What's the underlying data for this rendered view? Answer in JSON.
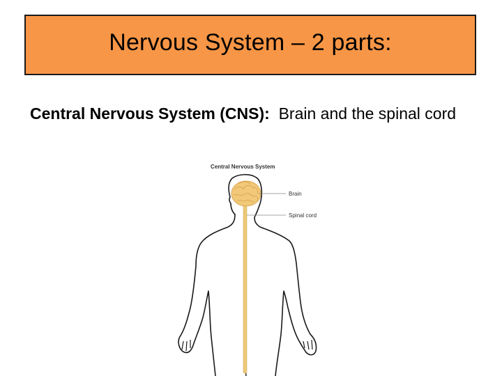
{
  "slide": {
    "title": "Nervous System – 2 parts:",
    "title_bg_color": "#F79646",
    "body": {
      "term": "Central Nervous System (CNS):",
      "spacer": "  ",
      "definition": "Brain and the spinal cord"
    }
  },
  "figure": {
    "caption": "Central Nervous System",
    "labels": {
      "brain": "Brain",
      "spinal_cord": "Spinal cord"
    },
    "brain_color": "#F2C879",
    "spinal_cord_color": "#EBC979"
  }
}
